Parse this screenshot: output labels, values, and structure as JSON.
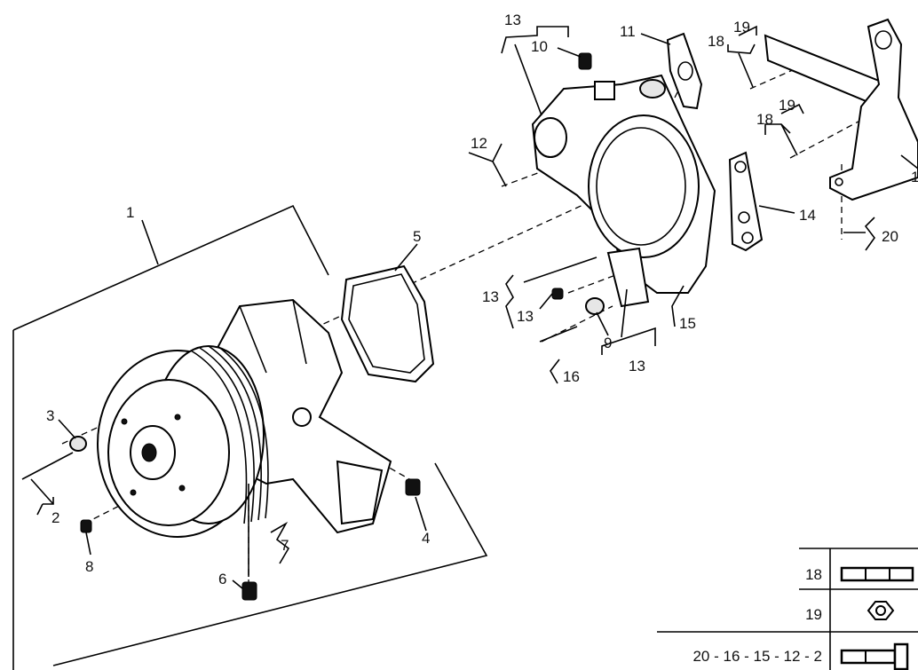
{
  "labels": {
    "p1": "1",
    "p2": "2",
    "p3": "3",
    "p4": "4",
    "p5": "5",
    "p6": "6",
    "p7": "7",
    "p8": "8",
    "p9": "9",
    "p10": "10",
    "p11": "11",
    "p12": "12",
    "p13a": "13",
    "p13b": "13",
    "p13c": "13",
    "p13d": "13",
    "p14": "14",
    "p15": "15",
    "p16": "16",
    "p18a": "18",
    "p18b": "18",
    "p19a": "19",
    "p19b": "19",
    "p20": "20",
    "p1r": "1"
  },
  "legend": {
    "row1": "18",
    "row2": "19",
    "row3": "20 - 16 - 15 - 12 - 2"
  }
}
